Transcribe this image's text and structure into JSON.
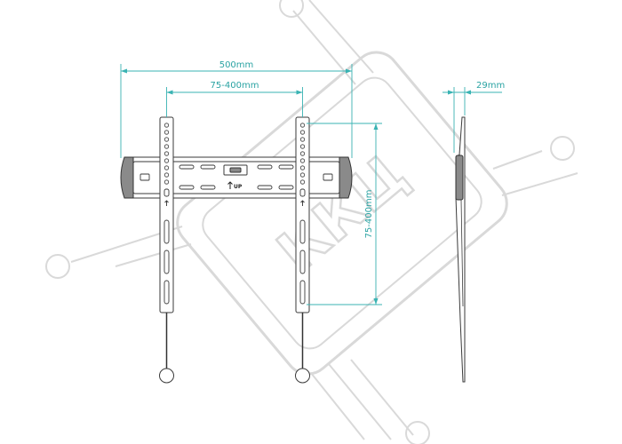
{
  "dimensions": {
    "overall_width": "500mm",
    "vesa_horizontal": "75-400mm",
    "vesa_vertical": "75-400mm",
    "depth": "29mm"
  },
  "bracket": {
    "up_label": "UP"
  },
  "watermark": {
    "letters": "ККЦ"
  },
  "colors": {
    "dimension": "#39b3b3",
    "outline": "#3a3a3a",
    "watermark": "#d9d9d9"
  }
}
